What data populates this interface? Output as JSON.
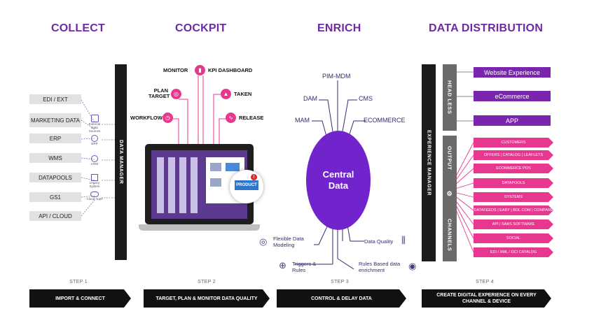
{
  "headings": {
    "collect": "COLLECT",
    "cockpit": "COCKPIT",
    "enrich": "ENRICH",
    "distribution": "DATA DISTRIBUTION"
  },
  "collect": {
    "sources": [
      "EDI / EXT",
      "MARKETING DATA",
      "ERP",
      "WMS",
      "DATAPOOLS",
      "GS1",
      "API / CLOUD"
    ],
    "icon_labels": [
      "External Data Sources",
      "ERP",
      "CRM",
      "Legacy System",
      "Cloud Apps"
    ],
    "bar_label": "DATA MANAGER"
  },
  "cockpit": {
    "monitor": "MONITOR",
    "kpi_dashboard": "KPI DASHBOARD",
    "plan_target": "PLAN TARGET",
    "taken": "TAKEN",
    "workflow": "WORKFLOW",
    "release": "RELEASE",
    "product_tag": "PRODUCT",
    "badge": "!"
  },
  "enrich": {
    "pim_mdm": "PIM-MDM",
    "dam": "DAM",
    "cms": "CMS",
    "mam": "MAM",
    "ecommerce": "ECOMMERCE",
    "central_data": "Central Data",
    "flexible": "Flexible Data Modeling",
    "data_quality": "Data Quality",
    "triggers": "Triggers & Rules",
    "rules_based": "Rules Based data enrichment"
  },
  "distribution": {
    "experience_manager": "EXPERIENCE MANAGER",
    "head_less": "HEAD LESS",
    "output": "OUTPUT",
    "channels": "CHANNELS",
    "headless_items": [
      "Website Experience",
      "eCommerce",
      "APP"
    ],
    "channel_items": [
      "CUSTOMERS",
      "OFFERS | CATALOG | LEAFLETS",
      "ECOMMERCE POS",
      "DATAPOOLS",
      "SYSTEMS",
      "DATAFEEDS | EABY | BOL.COM | COMPARE",
      "API | SAAS SOFTWARE",
      "SOCIAL",
      "EDI / XML / OCI CATALOG"
    ]
  },
  "steps": [
    {
      "step": "STEP 1",
      "label": "IMPORT & CONNECT"
    },
    {
      "step": "STEP 2",
      "label": "TARGET, PLAN & MONITOR DATA QUALITY"
    },
    {
      "step": "STEP 3",
      "label": "CONTROL & DELAY DATA"
    },
    {
      "step": "STEP 4",
      "label": "CREATE DIGITAL EXPERIENCE ON EVERY CHANNEL & DEVICE"
    }
  ],
  "colors": {
    "purple": "#6d2aa3",
    "magenta": "#e8378f",
    "dark": "#1b1b1b",
    "gray": "#6a6a6a"
  }
}
